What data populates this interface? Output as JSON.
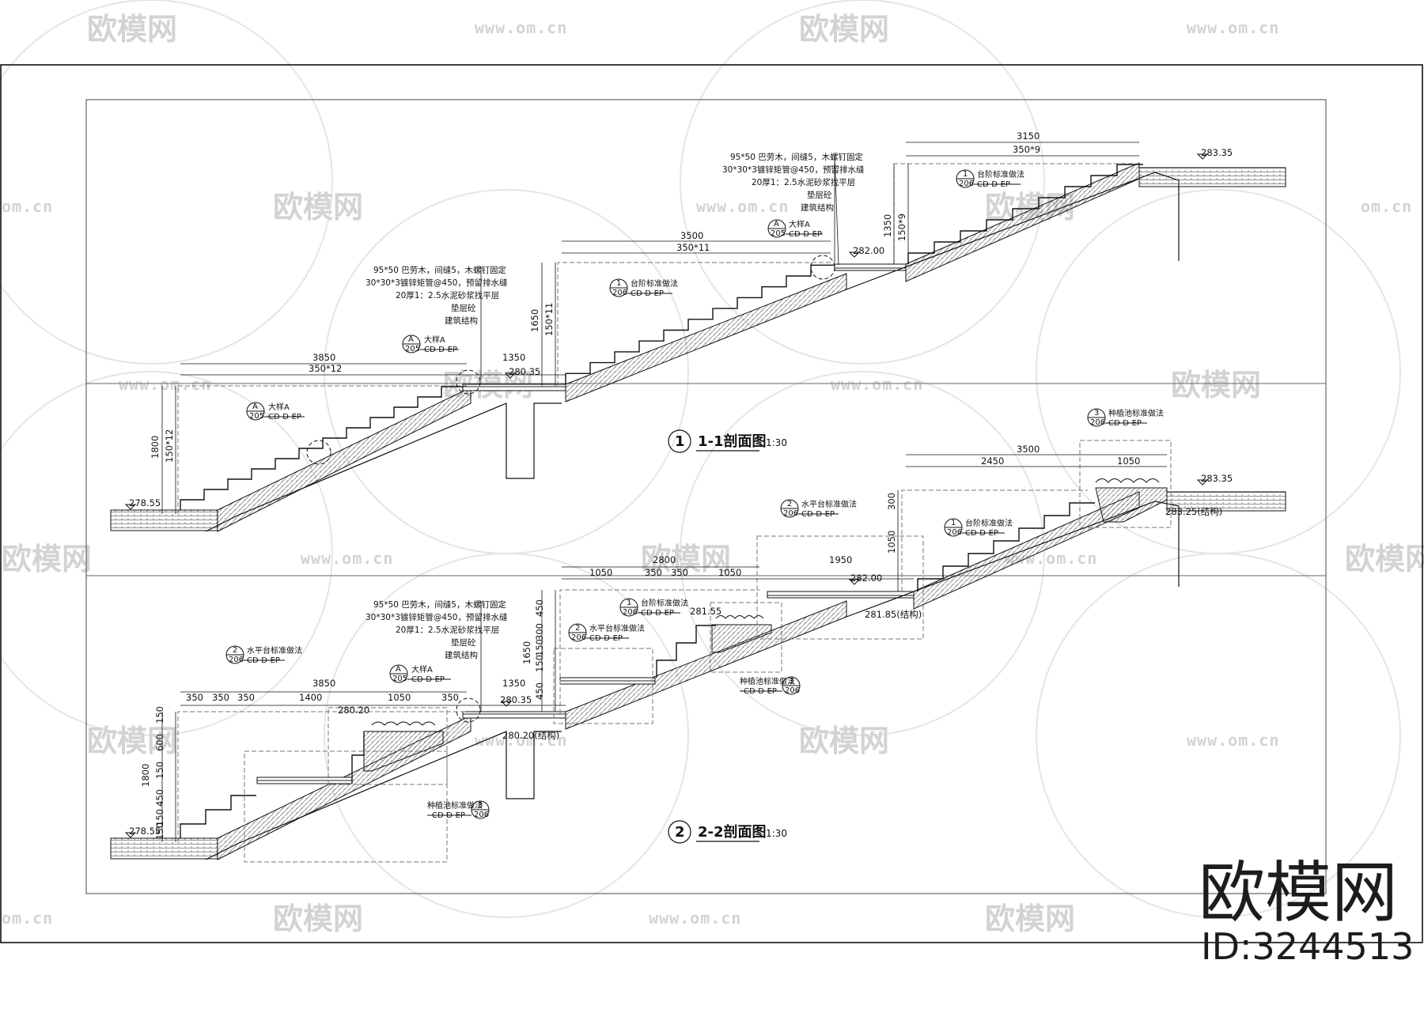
{
  "watermark": {
    "url": "www.om.cn",
    "url_short": "om.cn",
    "brand_cn": "欧模网"
  },
  "brand": {
    "name": "欧模网",
    "id": "ID:3244513"
  },
  "section_1": {
    "number": "1",
    "title": "1-1剖面图",
    "scale": "1:30",
    "dims": {
      "upper_total": "3150",
      "upper_count": "350*9",
      "upper_rise": "1350",
      "upper_rise_count": "150*9",
      "mid_total": "3500",
      "mid_count": "350*11",
      "mid_rise": "1650",
      "mid_rise_count": "150*11",
      "low_total": "3850",
      "low_count": "350*12",
      "landing": "1350",
      "low_rise": "1800",
      "low_rise_count": "150*12"
    },
    "elevations": [
      "283.35",
      "282.00",
      "280.35",
      "278.55"
    ],
    "notes": [
      "95*50 巴劳木，间缝5，木螺钉固定",
      "30*30*3镀锌矩管@450，预留排水缝",
      "20厚1：2.5水泥砂浆找平层",
      "垫层砼",
      "建筑结构"
    ],
    "callouts": [
      {
        "sym": "A",
        "ref": "205",
        "label": "大样A",
        "code": "CD-D-EP"
      },
      {
        "sym": "1",
        "ref": "206",
        "label": "台阶标准做法",
        "code": "CD-D-EP"
      }
    ]
  },
  "section_2": {
    "number": "2",
    "title": "2-2剖面图",
    "scale": "1:30",
    "dims": {
      "top_total": "3500",
      "top_a": "2450",
      "top_b": "1050",
      "top_rise": "300",
      "mid_total": "2800",
      "mid_a": "1050",
      "mid_b": "350",
      "mid_c": "350",
      "mid_d": "1050",
      "mid_e": "1950",
      "mid_rise": "1050",
      "mid_v1": "450",
      "mid_v2": "300",
      "mid_v3": "150",
      "mid_v4": "150",
      "mid_v5": "450",
      "mid_total_v": "1650",
      "low_total": "3850",
      "low_a": "350",
      "low_b": "350",
      "low_c": "350",
      "low_d": "1400",
      "low_e": "1050",
      "low_f": "350",
      "landing": "1350",
      "low_v1": "150",
      "low_v2": "600",
      "low_v3": "150",
      "low_v4": "450",
      "low_v5": "150",
      "low_v6": "150",
      "low_total_v": "1800"
    },
    "elevations": [
      "283.35",
      "283.25(结构)",
      "282.00",
      "281.85(结构)",
      "281.55",
      "280.35",
      "280.20(结构)",
      "280.20",
      "278.55"
    ],
    "notes": [
      "95*50 巴劳木，间缝5，木螺钉固定",
      "30*30*3镀锌矩管@450，预留排水缝",
      "20厚1：2.5水泥砂浆找平层",
      "垫层砼",
      "建筑结构"
    ],
    "callouts": [
      {
        "sym": "3",
        "ref": "206",
        "label": "种植池标准做法",
        "code": "CD-D-EP"
      },
      {
        "sym": "2",
        "ref": "206",
        "label": "水平台标准做法",
        "code": "CD-D-EP"
      },
      {
        "sym": "1",
        "ref": "206",
        "label": "台阶标准做法",
        "code": "CD-D-EP"
      },
      {
        "sym": "A",
        "ref": "205",
        "label": "大样A",
        "code": "CD-D-EP"
      }
    ]
  }
}
